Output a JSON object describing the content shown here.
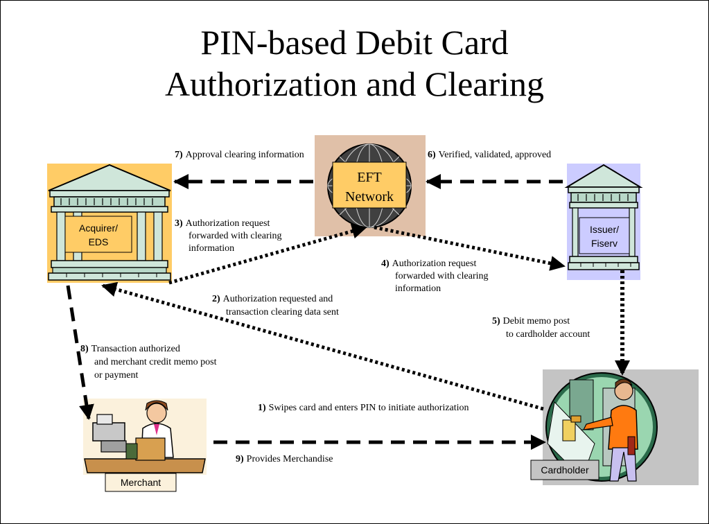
{
  "title": {
    "line1": "PIN-based Debit Card",
    "line2": "Authorization and Clearing"
  },
  "nodes": {
    "acquirer": {
      "line1": "Acquirer/",
      "line2": "EDS"
    },
    "issuer": {
      "line1": "Issuer/",
      "line2": "Fiserv"
    },
    "eft": {
      "line1": "EFT",
      "line2": "Network"
    },
    "merchant": "Merchant",
    "cardholder": "Cardholder"
  },
  "steps": {
    "s1": {
      "num": "1)",
      "lines": [
        "Swipes card and enters PIN to initiate authorization"
      ]
    },
    "s2": {
      "num": "2)",
      "lines": [
        "Authorization requested and",
        "transaction clearing data sent"
      ]
    },
    "s3": {
      "num": "3)",
      "lines": [
        "Authorization request",
        "forwarded with clearing",
        "information"
      ]
    },
    "s4": {
      "num": "4)",
      "lines": [
        "Authorization request",
        "forwarded with clearing",
        "information"
      ]
    },
    "s5": {
      "num": "5)",
      "lines": [
        "Debit memo post",
        "to cardholder account"
      ]
    },
    "s6": {
      "num": "6)",
      "lines": [
        "Verified, validated, approved"
      ]
    },
    "s7": {
      "num": "7)",
      "lines": [
        "Approval clearing information"
      ]
    },
    "s8": {
      "num": "8)",
      "lines": [
        "Transaction authorized",
        "and merchant credit memo post",
        "or payment"
      ]
    },
    "s9": {
      "num": "9)",
      "lines": [
        "Provides Merchandise"
      ]
    }
  },
  "colors": {
    "acquirer_bg": "#ffcc66",
    "issuer_bg": "#ccccff",
    "eft_bg": "#e0c0a8",
    "label_box": "#ffcc66"
  },
  "icons": [
    "bank-building-icon",
    "globe-icon",
    "merchant-cashier-icon",
    "cardholder-atm-icon"
  ]
}
